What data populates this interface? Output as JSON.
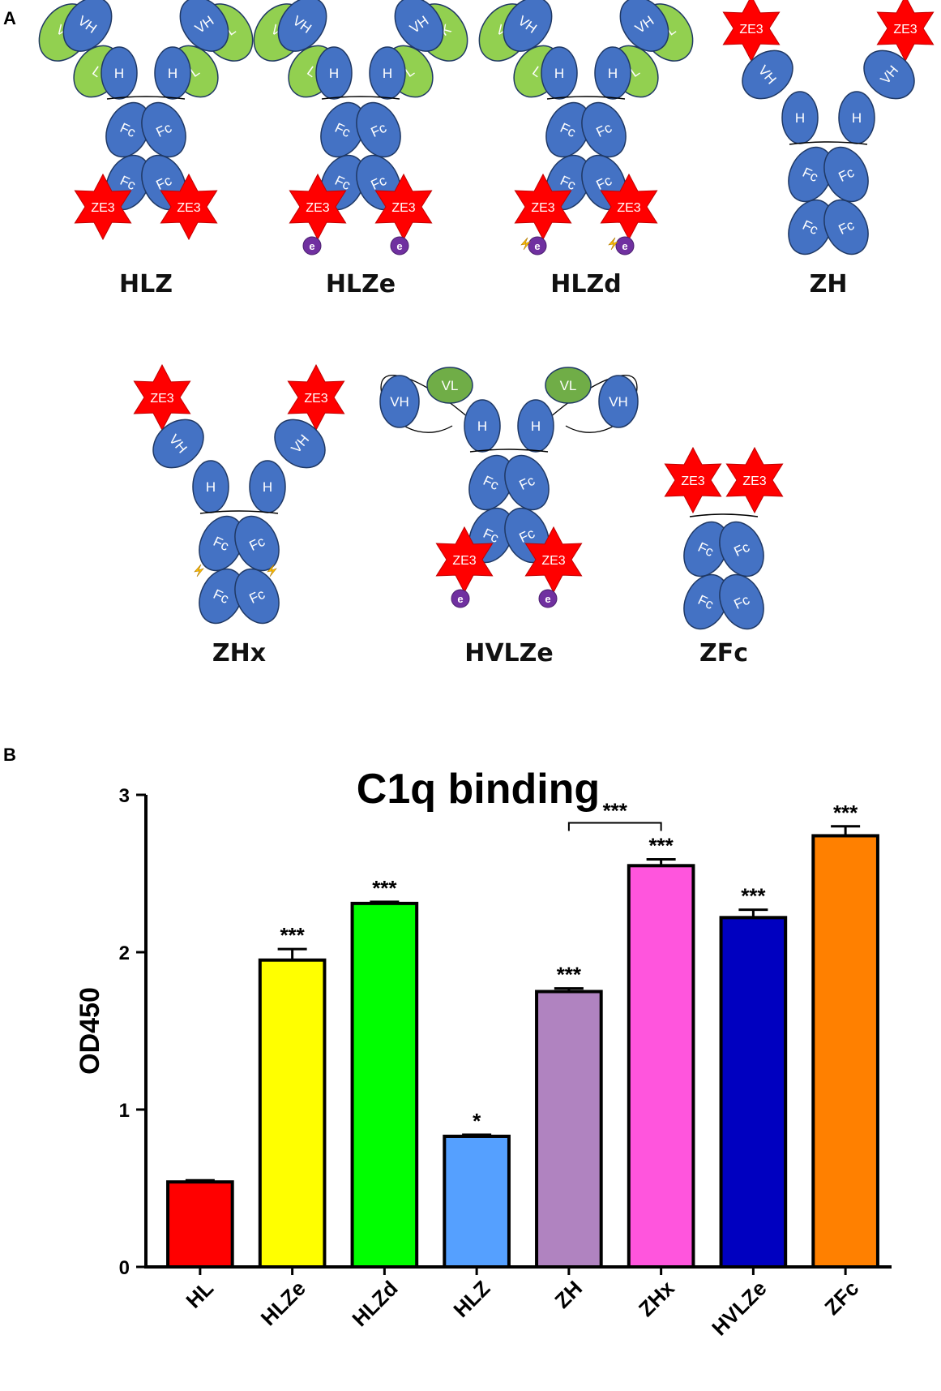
{
  "panel_a": {
    "letter": "A",
    "constructs": [
      {
        "name": "HLZ",
        "type": "hlz",
        "arm_left_outer": "VH",
        "arm_left_light": "VL",
        "arm_left_lower_light": "L",
        "arm_right_outer": "VH",
        "arm_right_light": "VL",
        "arm_right_lower_light": "L",
        "hinge": "H",
        "fc": "Fc",
        "tag": "ZE3"
      },
      {
        "name": "HLZe",
        "type": "hlz",
        "arm_left_outer": "VH",
        "arm_left_light": "VL",
        "arm_left_lower_light": "L",
        "arm_right_outer": "VH",
        "arm_right_light": "VK",
        "arm_right_lower_light": "L",
        "hinge": "H",
        "fc": "Fc",
        "tag": "ZE3",
        "extra": "e"
      },
      {
        "name": "HLZd",
        "type": "hlz",
        "arm_left_outer": "VH",
        "arm_left_light": "VL",
        "arm_left_lower_light": "L",
        "arm_right_outer": "VH",
        "arm_right_light": "VL",
        "arm_right_lower_light": "L",
        "hinge": "H",
        "fc": "Fc",
        "tag": "ZE3",
        "extra": "e"
      },
      {
        "name": "ZH",
        "type": "zh",
        "vh": "VH",
        "hinge": "H",
        "fc": "Fc",
        "tag": "ZE3"
      },
      {
        "name": "ZHx",
        "type": "zh",
        "vh": "VH",
        "hinge": "H",
        "fc": "Fc",
        "tag": "ZE3"
      },
      {
        "name": "HVLZe",
        "type": "hvlz",
        "vh": "VH",
        "vl": "VL",
        "hinge": "H",
        "fc": "Fc",
        "tag": "ZE3",
        "extra": "e"
      },
      {
        "name": "ZFc",
        "type": "zfc",
        "fc": "Fc",
        "tag": "ZE3"
      }
    ],
    "colors": {
      "heavy": "#4472c4",
      "light": "#92d050",
      "light_dark": "#70ad47",
      "tag": "#ff0000",
      "extra": "#7030a0",
      "bolt": "#ffc000"
    }
  },
  "panel_b": {
    "letter": "B",
    "chart_data": {
      "type": "bar",
      "title": "C1q binding",
      "xlabel": "",
      "ylabel": "OD450",
      "ylim": [
        0,
        3
      ],
      "yticks": [
        "0",
        "1",
        "2",
        "3"
      ],
      "categories": [
        "HL",
        "HLZe",
        "HLZd",
        "HLZ",
        "ZH",
        "ZHx",
        "HVLZe",
        "ZFc"
      ],
      "values": [
        0.54,
        1.95,
        2.31,
        0.83,
        1.75,
        2.55,
        2.22,
        2.74
      ],
      "errors": [
        0.01,
        0.07,
        0.01,
        0.01,
        0.02,
        0.04,
        0.05,
        0.06
      ],
      "colors": [
        "#ff0000",
        "#ffff00",
        "#00ff00",
        "#55a0ff",
        "#b083c0",
        "#ff55dd",
        "#0000c0",
        "#ff8000"
      ],
      "significance": [
        "",
        "***",
        "***",
        "*",
        "***",
        "***",
        "***",
        "***"
      ],
      "bracket": {
        "from": 4,
        "to": 5,
        "label": "***"
      }
    }
  }
}
